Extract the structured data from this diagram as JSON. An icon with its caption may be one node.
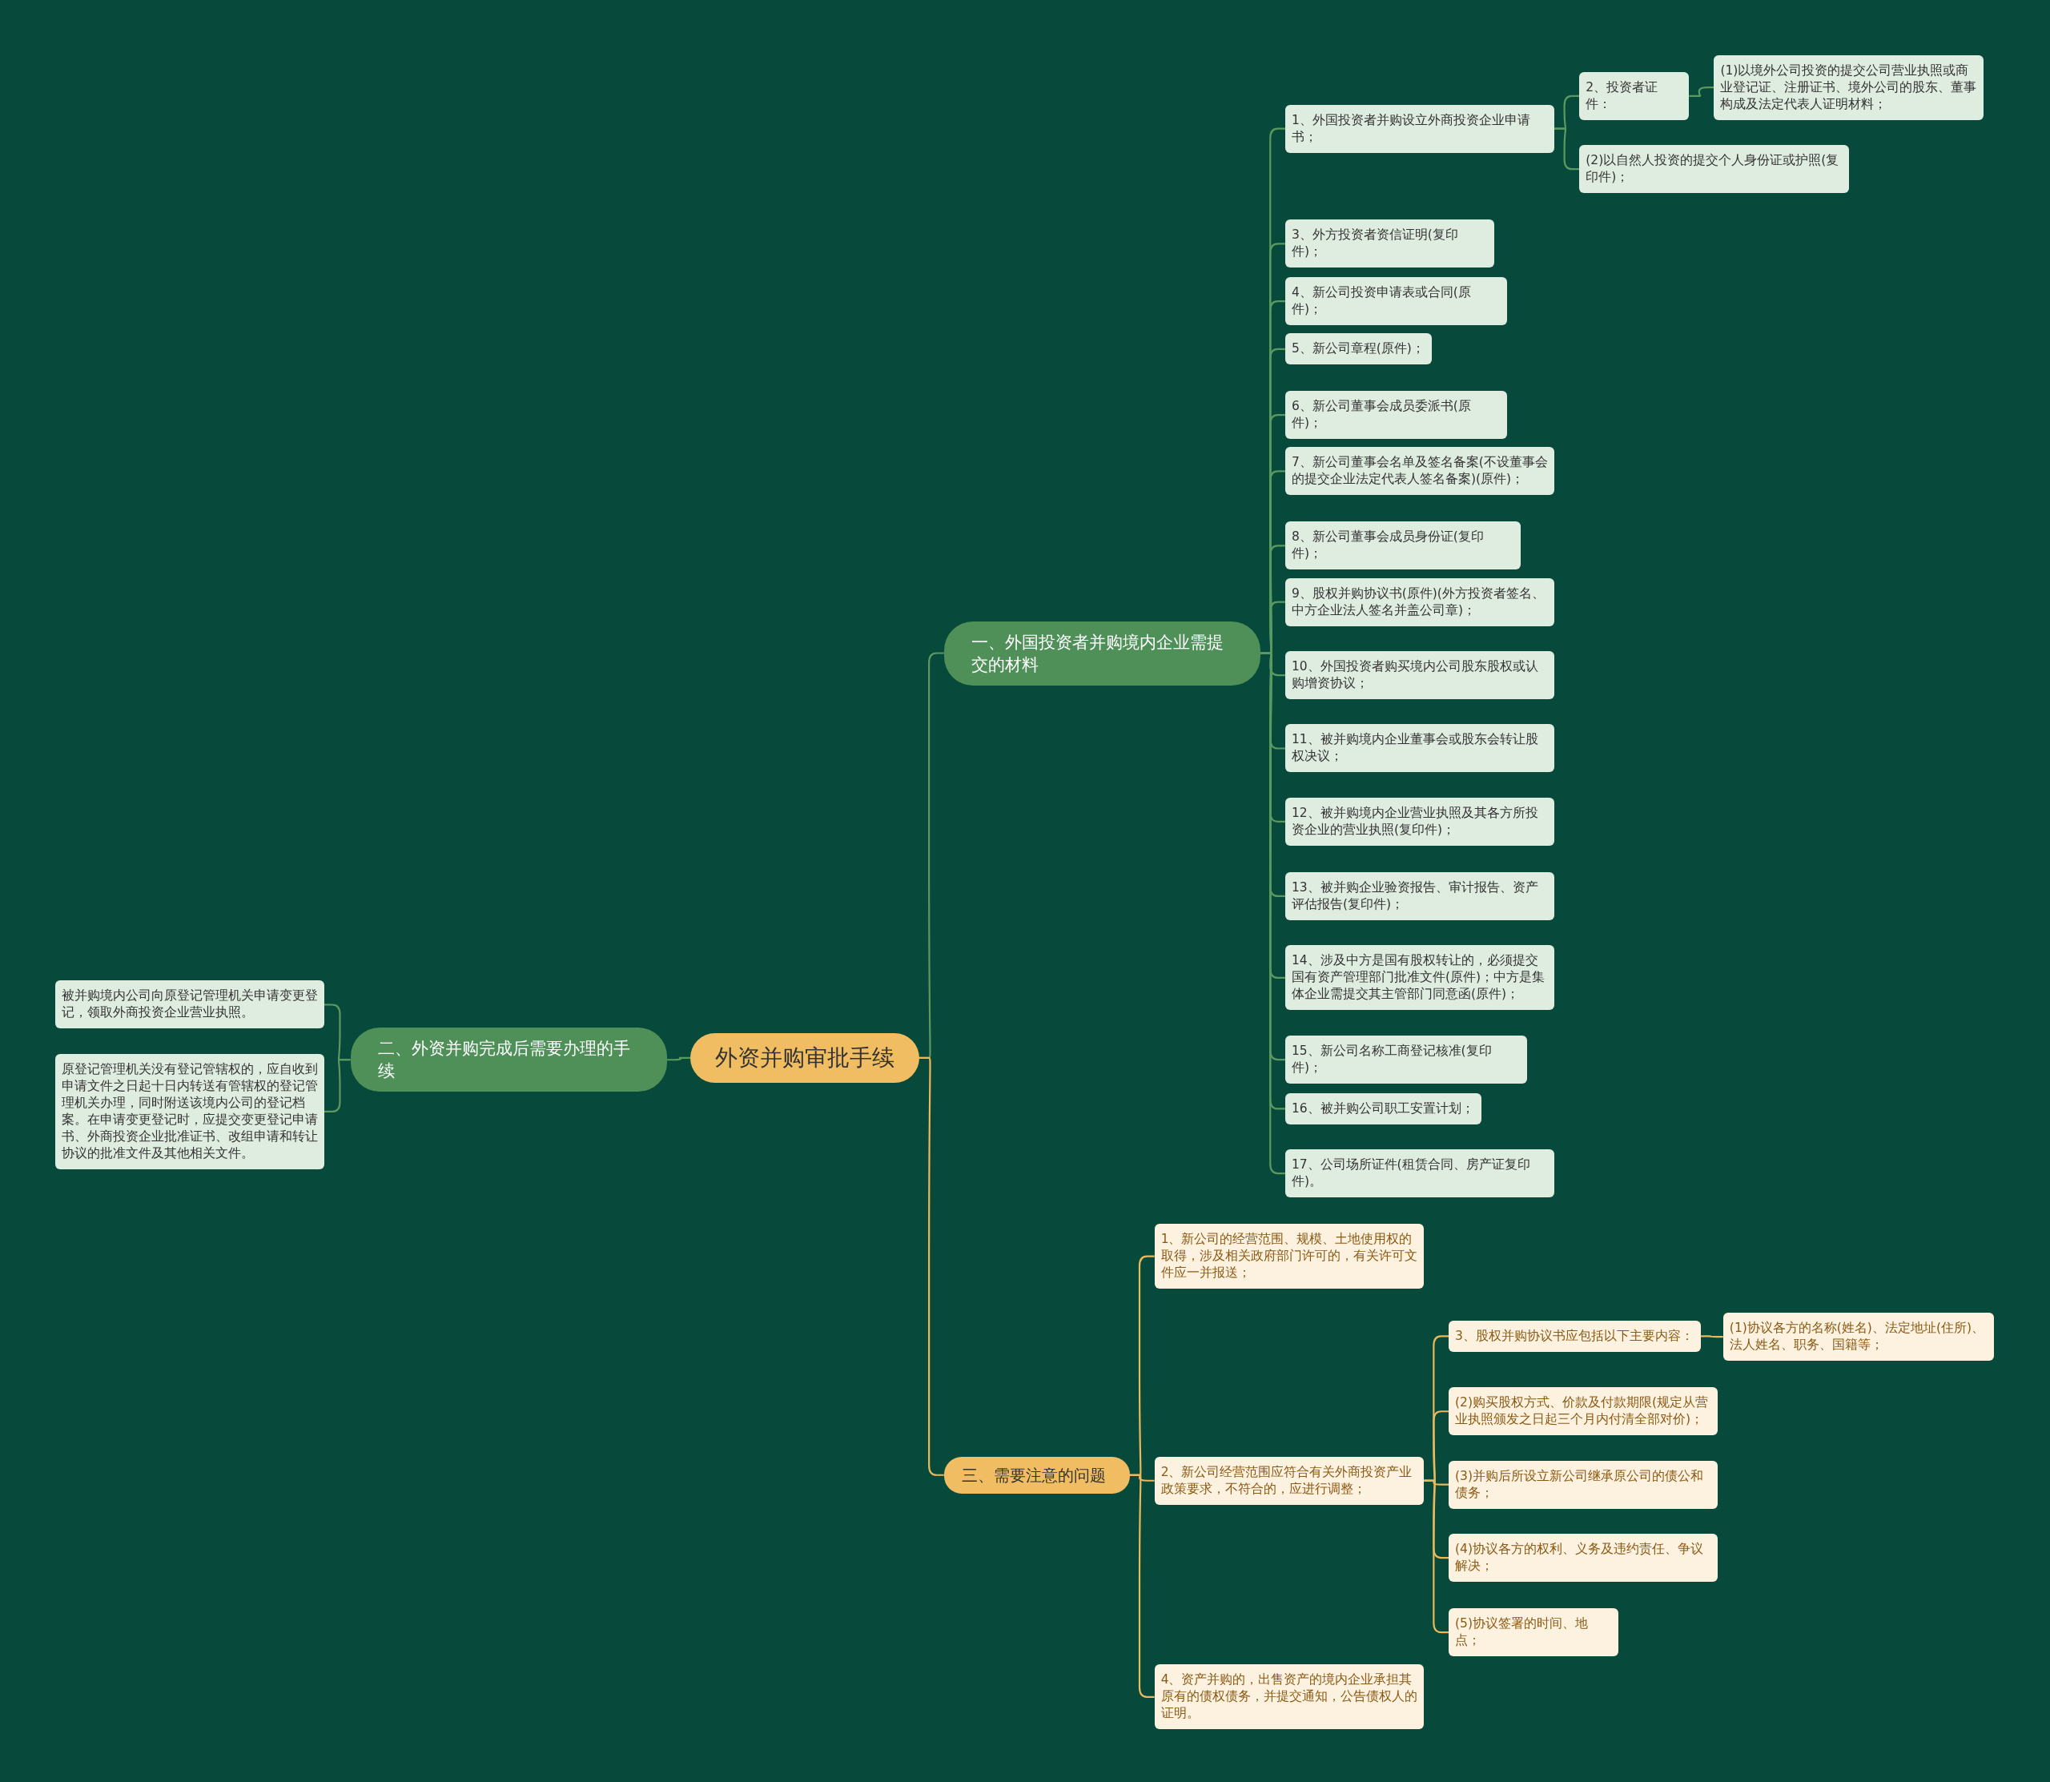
{
  "diagram": {
    "nodes": [
      {
        "text": [
          "外资并购审批手续"
        ]
      },
      {
        "text": [
          "一、外国投资者并购境内企业需提交的材料"
        ]
      },
      {
        "text": [
          "二、外资并购完成后需要办理的手续"
        ]
      },
      {
        "text": [
          "三、需要注意的问题"
        ]
      },
      {
        "text": [
          "1、外国投资者并购设立外商投资企业申请书；"
        ]
      },
      {
        "text": [
          "2、投资者证件："
        ]
      },
      {
        "text": [
          "(1)以境外公司投资的提交公司营业执照或商业登记证、注册证书、境外公司的股东、董事构成及法定代表人证明材料；"
        ]
      },
      {
        "text": [
          "(2)以自然人投资的提交个人身份证或护照(复印件)；"
        ]
      },
      {
        "text": [
          "3、外方投资者资信证明(复印件)；"
        ]
      },
      {
        "text": [
          "4、新公司投资申请表或合同(原件)；"
        ]
      },
      {
        "text": [
          "5、新公司章程(原件)；"
        ]
      },
      {
        "text": [
          "6、新公司董事会成员委派书(原件)；"
        ]
      },
      {
        "text": [
          "7、新公司董事会名单及签名备案(不设董事会的提交企业法定代表人签名备案)(原件)；"
        ]
      },
      {
        "text": [
          "8、新公司董事会成员身份证(复印件)；"
        ]
      },
      {
        "text": [
          "9、股权并购协议书(原件)(外方投资者签名、中方企业法人签名并盖公司章)；"
        ]
      },
      {
        "text": [
          "10、外国投资者购买境内公司股东股权或认购增资协议；"
        ]
      },
      {
        "text": [
          "11、被并购境内企业董事会或股东会转让股权决议；"
        ]
      },
      {
        "text": [
          "12、被并购境内企业营业执照及其各方所投资企业的营业执照(复印件)；"
        ]
      },
      {
        "text": [
          "13、被并购企业验资报告、审计报告、资产评估报告(复印件)；"
        ]
      },
      {
        "text": [
          "14、涉及中方是国有股权转让的，必须提交国有资产管理部门批准文件(原件)；中方是集体企业需提交其主管部门同意函(原件)；"
        ]
      },
      {
        "text": [
          "15、新公司名称工商登记核准(复印件)；"
        ]
      },
      {
        "text": [
          "16、被并购公司职工安置计划；"
        ]
      },
      {
        "text": [
          "17、公司场所证件(租赁合同、房产证复印件)。"
        ]
      },
      {
        "text": [
          "被并购境内公司向原登记管理机关申请变更登记，领取外商投资企业营业执照。"
        ]
      },
      {
        "text": [
          "原登记管理机关没有登记管辖权的，应自收到申请文件之日起十日内转送有管辖权的登记管理机关办理，同时附送该境内公司的登记档案。在申请变更登记时，应提交变更登记申请书、外商投资企业批准证书、改组申请和转让协议的批准文件及其他相关文件。"
        ]
      },
      {
        "text": [
          "1、新公司的经营范围、规模、土地使用权的取得，涉及相关政府部门许可的，有关许可文件应一并报送；"
        ]
      },
      {
        "text": [
          "2、新公司经营范围应符合有关外商投资产业政策要求，不符合的，应进行调整；"
        ]
      },
      {
        "text": [
          "3、股权并购协议书应包括以下主要内容："
        ]
      },
      {
        "text": [
          "(1)协议各方的名称(姓名)、法定地址(住所)、法人姓名、职务、国籍等；"
        ]
      },
      {
        "text": [
          "(2)购买股权方式、价款及付款期限(规定从营业执照颁发之日起三个月内付清全部对价)；"
        ]
      },
      {
        "text": [
          "(3)并购后所设立新公司继承原公司的债公和债务；"
        ]
      },
      {
        "text": [
          "(4)协议各方的权利、义务及违约责任、争议解决；"
        ]
      },
      {
        "text": [
          "(5)协议签署的时间、地点；"
        ]
      },
      {
        "text": [
          "4、资产并购的，出售资产的境内企业承担其原有的债权债务，并提交通知，公告债权人的证明。"
        ]
      }
    ],
    "edges": [
      {
        "from": 0,
        "to": 1,
        "arrow": "none"
      },
      {
        "from": 0,
        "to": 2,
        "arrow": "none"
      },
      {
        "from": 0,
        "to": 3,
        "arrow": "none",
        "color": "#e9b95b"
      },
      {
        "from": 1,
        "to": 4,
        "arrow": "none"
      },
      {
        "from": 4,
        "to": 5,
        "arrow": "none"
      },
      {
        "from": 4,
        "to": 7,
        "arrow": "none"
      },
      {
        "from": 5,
        "to": 6,
        "arrow": "none"
      },
      {
        "from": 1,
        "to": 8,
        "arrow": "none"
      },
      {
        "from": 1,
        "to": 9,
        "arrow": "none"
      },
      {
        "from": 1,
        "to": 10,
        "arrow": "none"
      },
      {
        "from": 1,
        "to": 11,
        "arrow": "none"
      },
      {
        "from": 1,
        "to": 12,
        "arrow": "none"
      },
      {
        "from": 1,
        "to": 13,
        "arrow": "none"
      },
      {
        "from": 1,
        "to": 14,
        "arrow": "none"
      },
      {
        "from": 1,
        "to": 15,
        "arrow": "none"
      },
      {
        "from": 1,
        "to": 16,
        "arrow": "none"
      },
      {
        "from": 1,
        "to": 17,
        "arrow": "none"
      },
      {
        "from": 1,
        "to": 18,
        "arrow": "none"
      },
      {
        "from": 1,
        "to": 19,
        "arrow": "none"
      },
      {
        "from": 1,
        "to": 20,
        "arrow": "none"
      },
      {
        "from": 1,
        "to": 21,
        "arrow": "none"
      },
      {
        "from": 1,
        "to": 22,
        "arrow": "none"
      },
      {
        "from": 2,
        "to": 23,
        "arrow": "none"
      },
      {
        "from": 2,
        "to": 24,
        "arrow": "none"
      },
      {
        "from": 3,
        "to": 25,
        "arrow": "none",
        "color": "#e9b95b"
      },
      {
        "from": 3,
        "to": 26,
        "arrow": "none",
        "color": "#e9b95b"
      },
      {
        "from": 3,
        "to": 33,
        "arrow": "none",
        "color": "#e9b95b"
      },
      {
        "from": 26,
        "to": 27,
        "arrow": "none",
        "color": "#e9b95b"
      },
      {
        "from": 26,
        "to": 29,
        "arrow": "none",
        "color": "#e9b95b"
      },
      {
        "from": 26,
        "to": 30,
        "arrow": "none",
        "color": "#e9b95b"
      },
      {
        "from": 26,
        "to": 31,
        "arrow": "none",
        "color": "#e9b95b"
      },
      {
        "from": 26,
        "to": 32,
        "arrow": "none",
        "color": "#e9b95b"
      },
      {
        "from": 27,
        "to": 28,
        "arrow": "none",
        "color": "#e9b95b"
      }
    ]
  }
}
